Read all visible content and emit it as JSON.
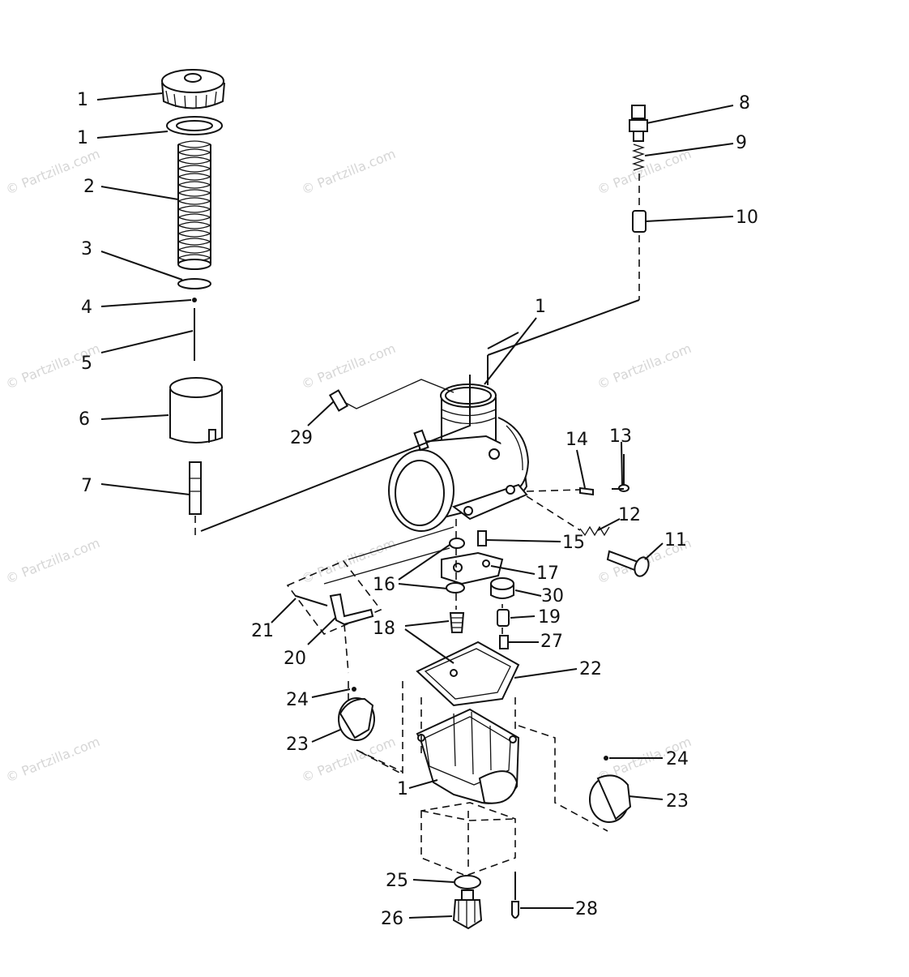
{
  "watermark_text": "© Partzilla.com",
  "callouts": [
    {
      "id": "c1a",
      "label": "1"
    },
    {
      "id": "c1b",
      "label": "1"
    },
    {
      "id": "c2",
      "label": "2"
    },
    {
      "id": "c3",
      "label": "3"
    },
    {
      "id": "c4",
      "label": "4"
    },
    {
      "id": "c5",
      "label": "5"
    },
    {
      "id": "c6",
      "label": "6"
    },
    {
      "id": "c7",
      "label": "7"
    },
    {
      "id": "c8",
      "label": "8"
    },
    {
      "id": "c9",
      "label": "9"
    },
    {
      "id": "c10",
      "label": "10"
    },
    {
      "id": "c1c",
      "label": "1"
    },
    {
      "id": "c29",
      "label": "29"
    },
    {
      "id": "c14",
      "label": "14"
    },
    {
      "id": "c13",
      "label": "13"
    },
    {
      "id": "c12",
      "label": "12"
    },
    {
      "id": "c15",
      "label": "15"
    },
    {
      "id": "c11",
      "label": "11"
    },
    {
      "id": "c17",
      "label": "17"
    },
    {
      "id": "c16",
      "label": "16"
    },
    {
      "id": "c30",
      "label": "30"
    },
    {
      "id": "c19",
      "label": "19"
    },
    {
      "id": "c18",
      "label": "18"
    },
    {
      "id": "c27",
      "label": "27"
    },
    {
      "id": "c21",
      "label": "21"
    },
    {
      "id": "c20",
      "label": "20"
    },
    {
      "id": "c22",
      "label": "22"
    },
    {
      "id": "c24a",
      "label": "24"
    },
    {
      "id": "c23a",
      "label": "23"
    },
    {
      "id": "c24b",
      "label": "24"
    },
    {
      "id": "c23b",
      "label": "23"
    },
    {
      "id": "c1d",
      "label": "1"
    },
    {
      "id": "c25",
      "label": "25"
    },
    {
      "id": "c26",
      "label": "26"
    },
    {
      "id": "c28",
      "label": "28"
    }
  ]
}
